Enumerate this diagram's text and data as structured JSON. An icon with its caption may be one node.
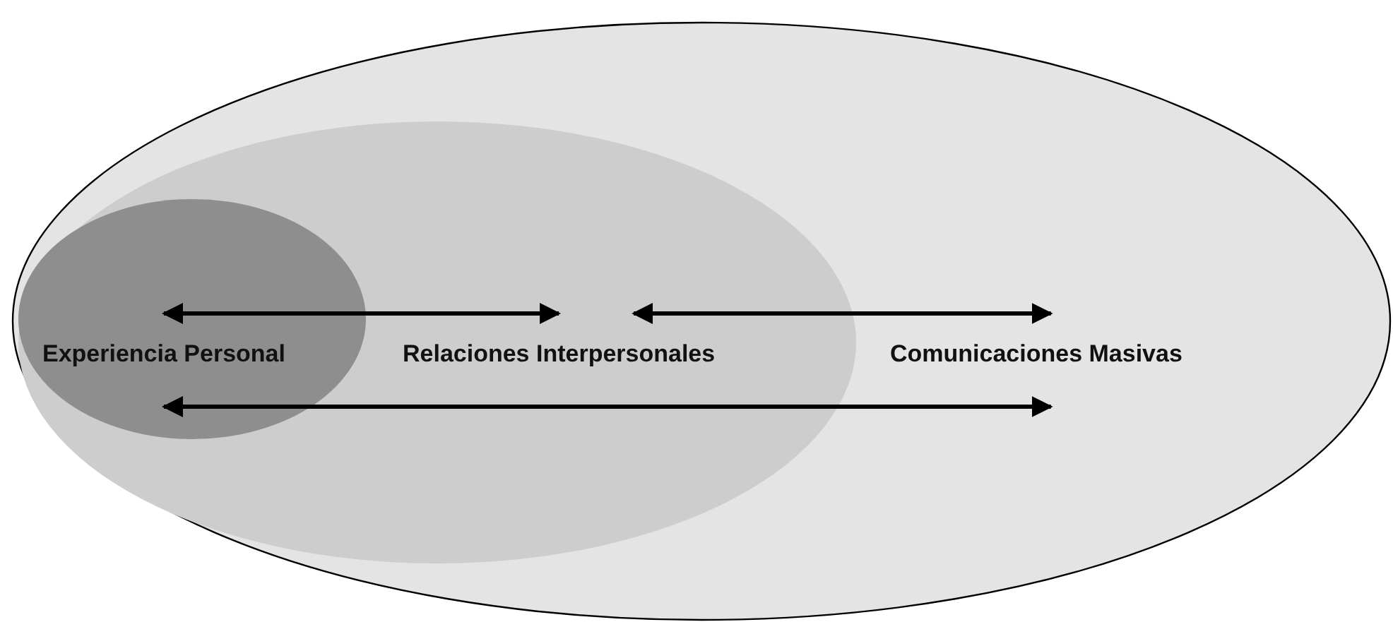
{
  "diagram": {
    "nodes": [
      {
        "text": [],
        "shape": "ellipse"
      },
      {
        "text": [],
        "shape": "ellipse",
        "in": 0
      },
      {
        "text": [],
        "shape": "ellipse",
        "in": 1
      },
      {
        "text": [
          "Experiencia Personal"
        ],
        "in": 2
      },
      {
        "text": [
          "Relaciones Interpersonales"
        ],
        "in": 1
      },
      {
        "text": [
          "Comunicaciones Masivas"
        ],
        "in": 0
      }
    ],
    "edges": [
      {
        "from": 3,
        "to": 4,
        "arrow": "both"
      },
      {
        "from": 4,
        "to": 5,
        "arrow": "both"
      },
      {
        "from": 3,
        "to": 5,
        "arrow": "both"
      }
    ]
  }
}
